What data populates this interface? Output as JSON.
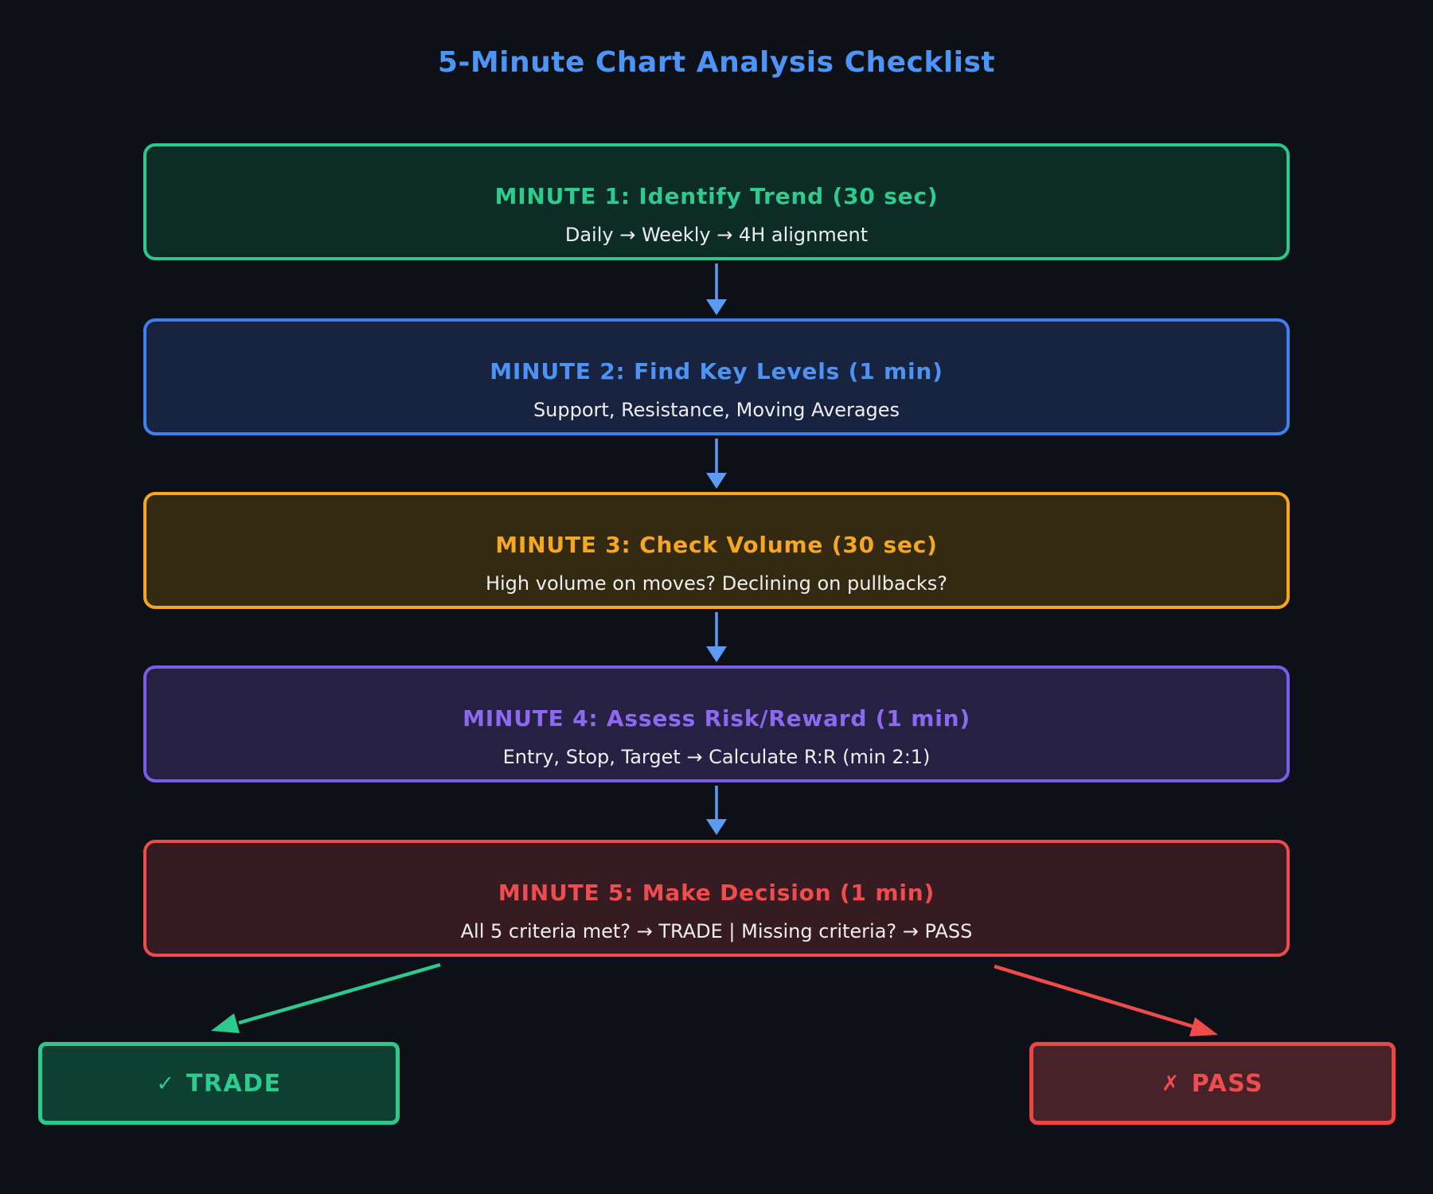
{
  "title": "5-Minute Chart Analysis Checklist",
  "steps": [
    {
      "title": "MINUTE 1: Identify Trend (30 sec)",
      "subtitle": "Daily → Weekly → 4H alignment",
      "border_color": "#2bc98c",
      "title_color": "#2dcb8e",
      "fill": "#0d2c26"
    },
    {
      "title": "MINUTE 2: Find Key Levels (1 min)",
      "subtitle": "Support, Resistance, Moving Averages",
      "border_color": "#3f80f0",
      "title_color": "#4d92f5",
      "fill": "#18243f"
    },
    {
      "title": "MINUTE 3: Check Volume (30 sec)",
      "subtitle": "High volume on moves? Declining on pullbacks?",
      "border_color": "#f6a51c",
      "title_color": "#f5a623",
      "fill": "#342a12"
    },
    {
      "title": "MINUTE 4: Assess Risk/Reward (1 min)",
      "subtitle": "Entry, Stop, Target → Calculate R:R (min 2:1)",
      "border_color": "#7b5ce8",
      "title_color": "#8d68f2",
      "fill": "#262043"
    },
    {
      "title": "MINUTE 5: Make Decision (1 min)",
      "subtitle": "All 5 criteria met? → TRADE | Missing criteria? → PASS",
      "border_color": "#ef4b4b",
      "title_color": "#ef4d4d",
      "fill": "#371b22"
    }
  ],
  "outcomes": {
    "trade": {
      "icon": "✓",
      "label": "TRADE",
      "border_color": "#2bc98c",
      "text_color": "#2dcb8e",
      "fill": "#0d4031"
    },
    "pass": {
      "icon": "✗",
      "label": "PASS",
      "border_color": "#ef4444",
      "text_color": "#ef4d4d",
      "fill": "#482229"
    }
  },
  "colors": {
    "bg": "#0d1117",
    "title": "#4d94f7",
    "text": "#eeeeee",
    "flow-arrow": "#5b9bf5",
    "green-accent": "#2bc98c",
    "red-accent": "#ef4b4b"
  }
}
